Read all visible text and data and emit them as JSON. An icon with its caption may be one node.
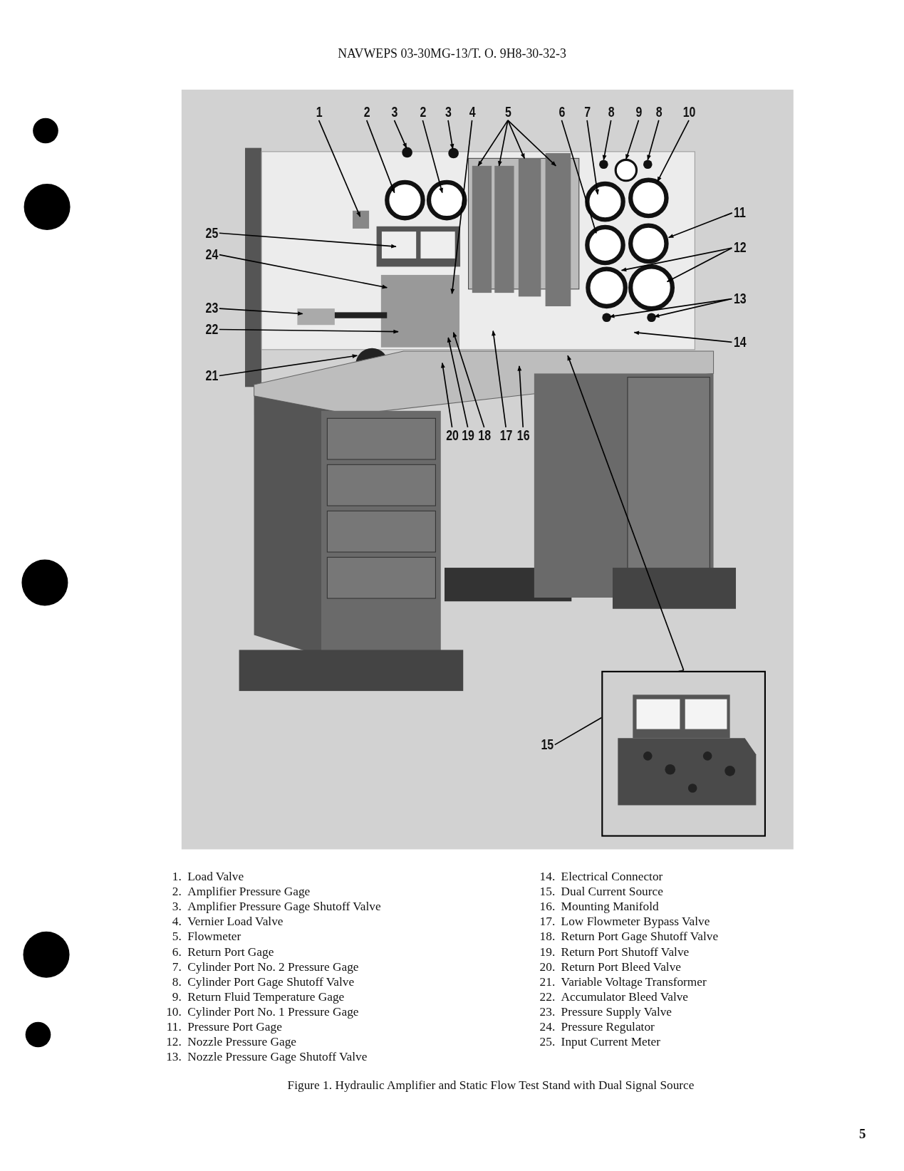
{
  "diagram": {
    "caption": "Figure 1.  Hydraulic Amplifier and Static Flow Test Stand with Dual Signal Source",
    "nodes": [
      {
        "text": [
          "1"
        ]
      },
      {
        "text": [
          "2"
        ]
      },
      {
        "text": [
          "3"
        ]
      },
      {
        "text": [
          "2"
        ]
      },
      {
        "text": [
          "3"
        ]
      },
      {
        "text": [
          "4"
        ]
      },
      {
        "text": [
          "5"
        ]
      },
      {
        "text": [
          "6"
        ]
      },
      {
        "text": [
          "7"
        ]
      },
      {
        "text": [
          "8"
        ]
      },
      {
        "text": [
          "9"
        ]
      },
      {
        "text": [
          "8"
        ]
      },
      {
        "text": [
          "10"
        ]
      },
      {
        "text": [
          "11"
        ]
      },
      {
        "text": [
          "12"
        ]
      },
      {
        "text": [
          "13"
        ]
      },
      {
        "text": [
          "14"
        ]
      },
      {
        "text": [
          "25"
        ]
      },
      {
        "text": [
          "24"
        ]
      },
      {
        "text": [
          "23"
        ]
      },
      {
        "text": [
          "22"
        ]
      },
      {
        "text": [
          "21"
        ]
      },
      {
        "text": [
          "20"
        ]
      },
      {
        "text": [
          "19"
        ]
      },
      {
        "text": [
          "18"
        ]
      },
      {
        "text": [
          "17"
        ]
      },
      {
        "text": [
          "16"
        ]
      },
      {
        "text": [],
        "shape": "picture"
      },
      {
        "text": [
          "15"
        ]
      }
    ],
    "edges": [
      {
        "from": 0,
        "to": null,
        "arrow": "to"
      },
      {
        "from": 1,
        "to": null,
        "arrow": "to"
      },
      {
        "from": 2,
        "to": null,
        "arrow": "to"
      },
      {
        "from": 3,
        "to": null,
        "arrow": "to"
      },
      {
        "from": 4,
        "to": null,
        "arrow": "to"
      },
      {
        "from": 5,
        "to": null,
        "arrow": "to"
      },
      {
        "from": 6,
        "to": null,
        "arrow": "to"
      },
      {
        "from": 6,
        "to": null,
        "arrow": "to"
      },
      {
        "from": 6,
        "to": null,
        "arrow": "to"
      },
      {
        "from": 6,
        "to": null,
        "arrow": "to"
      },
      {
        "from": 7,
        "to": null,
        "arrow": "to"
      },
      {
        "from": 8,
        "to": null,
        "arrow": "to"
      },
      {
        "from": 9,
        "to": null,
        "arrow": "to"
      },
      {
        "from": 10,
        "to": null,
        "arrow": "to"
      },
      {
        "from": 11,
        "to": null,
        "arrow": "to"
      },
      {
        "from": 12,
        "to": null,
        "arrow": "to"
      },
      {
        "from": 13,
        "to": null,
        "arrow": "to"
      },
      {
        "from": 14,
        "to": null,
        "arrow": "to"
      },
      {
        "from": 14,
        "to": null,
        "arrow": "to"
      },
      {
        "from": 15,
        "to": null,
        "arrow": "to"
      },
      {
        "from": 15,
        "to": null,
        "arrow": "to"
      },
      {
        "from": 16,
        "to": null,
        "arrow": "to"
      },
      {
        "from": 17,
        "to": null,
        "arrow": "to"
      },
      {
        "from": 18,
        "to": null,
        "arrow": "to"
      },
      {
        "from": 19,
        "to": null,
        "arrow": "to"
      },
      {
        "from": 20,
        "to": null,
        "arrow": "to"
      },
      {
        "from": 21,
        "to": null,
        "arrow": "to"
      },
      {
        "from": 22,
        "to": null,
        "arrow": "to"
      },
      {
        "from": 23,
        "to": null,
        "arrow": "to"
      },
      {
        "from": 24,
        "to": null,
        "arrow": "to"
      },
      {
        "from": 25,
        "to": null,
        "arrow": "to"
      },
      {
        "from": 26,
        "to": null,
        "arrow": "to"
      },
      {
        "from": 27,
        "to": null,
        "arrow": "to"
      },
      {
        "from": 28,
        "to": 27,
        "arrow": "to"
      }
    ],
    "labels": [
      "NAVWEPS 03-30MG-13/T. O. 9H8-30-32-3",
      "1. Load Valve",
      "2. Amplifier Pressure Gage",
      "3. Amplifier Pressure Gage Shutoff Valve",
      "4. Vernier Load Valve",
      "5. Flowmeter",
      "6. Return Port Gage",
      "7. Cylinder Port No. 2 Pressure Gage",
      "8. Cylinder Port Gage Shutoff Valve",
      "9. Return Fluid Temperature Gage",
      "10. Cylinder Port No. 1 Pressure Gage",
      "11. Pressure Port Gage",
      "12. Nozzle Pressure Gage",
      "13. Nozzle Pressure Gage Shutoff Valve",
      "14. Electrical Connector",
      "15. Dual Current Source",
      "16. Mounting Manifold",
      "17. Low Flowmeter Bypass Valve",
      "18. Return Port Gage Shutoff Valve",
      "19. Return Port Shutoff Valve",
      "20. Return Port Bleed Valve",
      "21. Variable Voltage Transformer",
      "22. Accumulator Bleed Valve",
      "23. Pressure Supply Valve",
      "24. Pressure Regulator",
      "25. Input Current Meter",
      "5"
    ]
  }
}
